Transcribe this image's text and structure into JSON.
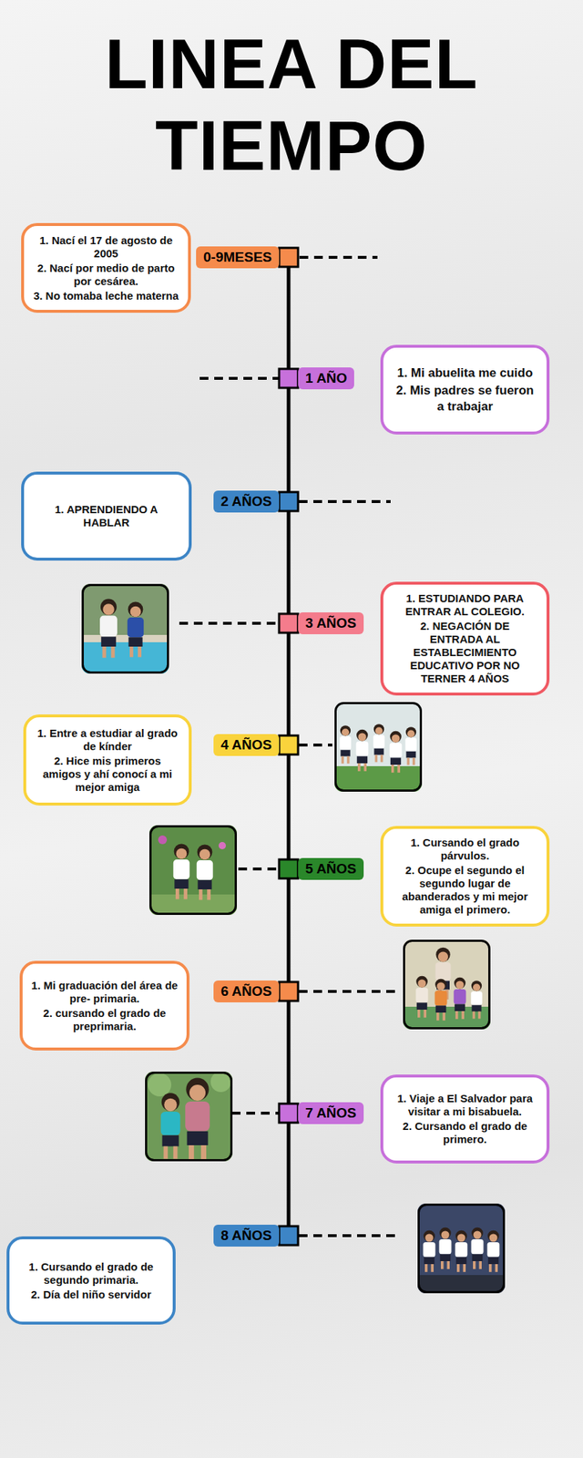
{
  "diagram": {
    "title": "LINEA DEL TIEMPO",
    "nodes": [
      {
        "text": [
          "0-9MESES"
        ]
      },
      {
        "text": [
          "1. Nací el 17 de agosto de 2005",
          "2. Nací por medio de parto por cesárea.",
          "3. No tomaba leche materna"
        ]
      },
      {
        "text": [
          "1 AÑO"
        ]
      },
      {
        "text": [
          "1. Mi abuelita me cuido",
          "2. Mis padres se fueron a trabajar"
        ]
      },
      {
        "text": [
          "2 AÑOS"
        ]
      },
      {
        "text": [
          "1. APRENDIENDO A HABLAR"
        ]
      },
      {
        "text": [
          "3 AÑOS"
        ]
      },
      {
        "text": [
          "1. ESTUDIANDO PARA ENTRAR AL COLEGIO.",
          "2. NEGACIÓN DE ENTRADA AL ESTABLECIMIENTO EDUCATIVO POR NO TERNER 4 AÑOS"
        ]
      },
      {
        "text": [
          "4 AÑOS"
        ]
      },
      {
        "text": [
          "1. Entre a estudiar al grado de kínder",
          "2. Hice mis primeros amigos y ahí conocí a mi mejor amiga"
        ]
      },
      {
        "text": [
          "5 AÑOS"
        ]
      },
      {
        "text": [
          "1. Cursando el grado párvulos.",
          "2. Ocupe el segundo el segundo lugar de abanderados y mi mejor amiga el primero."
        ]
      },
      {
        "text": [
          "6 AÑOS"
        ]
      },
      {
        "text": [
          "1. Mi graduación del área de pre- primaria.",
          "2. cursando el grado de preprimaria."
        ]
      },
      {
        "text": [
          "7 AÑOS"
        ]
      },
      {
        "text": [
          "1. Viaje a El Salvador para visitar a mi bisabuela.",
          "2. Cursando el grado de primero."
        ]
      },
      {
        "text": [
          "8 AÑOS"
        ]
      },
      {
        "text": [
          "1. Cursando el grado de segundo primaria.",
          "2. Día del niño servidor"
        ]
      }
    ]
  }
}
